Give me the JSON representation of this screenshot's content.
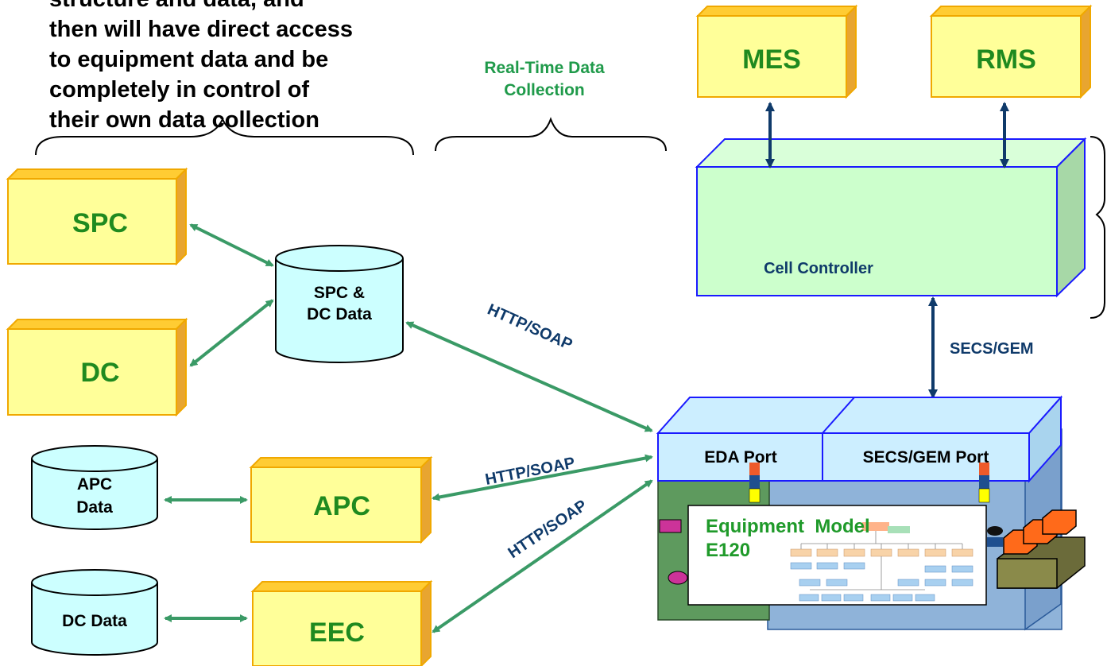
{
  "intro_text": "structure and data, and\nthen will have direct access\nto equipment data and be\ncompletely in control of\ntheir own data collection",
  "realtime_label": "Real-Time Data\nCollection",
  "boxes": {
    "mes": "MES",
    "rms": "RMS",
    "spc": "SPC",
    "dc": "DC",
    "apc": "APC",
    "eec": "EEC",
    "cell_controller": "Cell Controller"
  },
  "databases": {
    "spc_dc_line1": "SPC &",
    "spc_dc_line2": "DC Data",
    "apc_line1": "APC",
    "apc_line2": "Data",
    "dc": "DC Data"
  },
  "ports": {
    "eda": "EDA Port",
    "secs_gem": "SECS/GEM Port"
  },
  "links": {
    "secs_gem": "SECS/GEM",
    "http_soap_1": "HTTP/SOAP",
    "http_soap_2": "HTTP/SOAP",
    "http_soap_3": "HTTP/SOAP"
  },
  "equipment_model": {
    "line1": "Equipment  Model",
    "line2": "E120"
  },
  "colors": {
    "box_fill": "#ffff99",
    "box_border": "#f0a800",
    "box_text": "#1f8a1f",
    "arrow_green": "#3a9a66",
    "arrow_navy": "#0f3a6a",
    "cell_fill": "#ccffcc",
    "cell_border": "#1a1aff",
    "db_fill": "#ccffff",
    "port_fill": "#cceeff",
    "equipment_fill": "#8fb3d9"
  }
}
